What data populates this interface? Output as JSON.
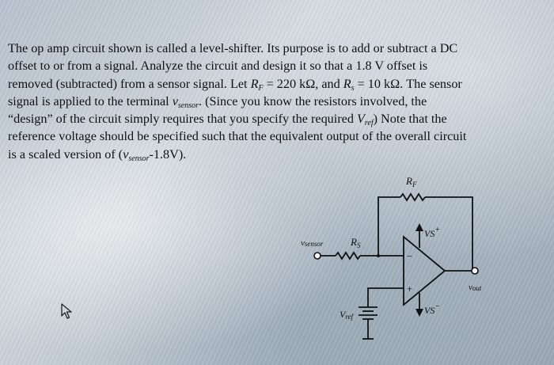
{
  "problem": {
    "lines": [
      [
        "The op amp circuit shown is called a level-shifter.  Its purpose is to add or subtract a DC"
      ],
      [
        "offset to or from a signal.  Analyze the circuit and design it so that a 1.8 V offset is"
      ],
      [
        "removed (subtracted) from a sensor signal.  Let "
      ],
      [
        "signal is applied to the terminal "
      ],
      [
        "“design” of the circuit simply requires that you specify the required "
      ],
      [
        "reference voltage should be specified such that the equivalent output of the overall circuit"
      ],
      [
        "is a scaled version of ("
      ]
    ],
    "l3_rf": "R",
    "l3_rf_sub": "F",
    "l3_rf_val": " = 220 kΩ, and ",
    "l3_rs": "R",
    "l3_rs_sub": "s",
    "l3_rs_val": " = 10 kΩ.  The sensor",
    "l4_v": "v",
    "l4_sub": "sensor",
    "l4_rest": ".  (Since you know the resistors involved, the",
    "l5_v": "V",
    "l5_sub": "ref",
    "l5_rest": ")  Note that the",
    "l7_v": "v",
    "l7_sub": "sensor",
    "l7_rest": "-1.8V)."
  },
  "circuit": {
    "rf_label": "R",
    "rf_sub": "F",
    "rs_label": "R",
    "rs_sub": "S",
    "vs_plus": "VS",
    "vs_plus_sup": "+",
    "vs_minus": "VS",
    "vs_minus_sup": "−",
    "vsensor_label": "v",
    "vsensor_sub": "sensor",
    "vout_label": "v",
    "vout_sub": "out",
    "vref_label": "V",
    "vref_sub": "ref",
    "minus_sign": "−",
    "plus_sign": "+"
  }
}
